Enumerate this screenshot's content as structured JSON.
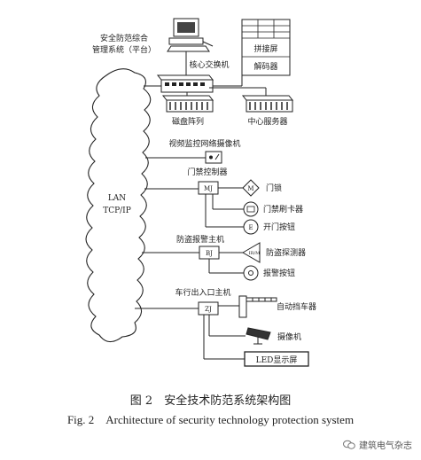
{
  "diagram": {
    "lan_line1": "LAN",
    "lan_line2": "TCP/IP",
    "security_system_line1": "安全防范综合",
    "security_system_line2": "管理系统（平台）",
    "core_switch": "核心交换机",
    "splice_screen": "拼接屏",
    "decoder": "解码器",
    "disk_array": "磁盘阵列",
    "central_server": "中心服务器",
    "video_camera": "视频监控网络摄像机",
    "access_controller": "门禁控制器",
    "mj": "MJ",
    "door_lock": "门锁",
    "door_lock_symbol": "M",
    "card_reader": "门禁刷卡器",
    "exit_button": "开门按钮",
    "exit_button_symbol": "E",
    "alarm_host": "防盗报警主机",
    "bj": "BJ",
    "detector": "防盗探测器",
    "detector_symbol": "IR/M",
    "alarm_button": "报警按钮",
    "vehicle_host": "车行出入口主机",
    "zj": "ZJ",
    "barrier": "自动挡车器",
    "camera": "摄像机",
    "led_screen": "LED显示屏"
  },
  "caption": {
    "cn": "图 2　安全技术防范系统架构图",
    "en": "Fig. 2　Architecture of security technology protection system"
  },
  "watermark": "建筑电气杂志"
}
